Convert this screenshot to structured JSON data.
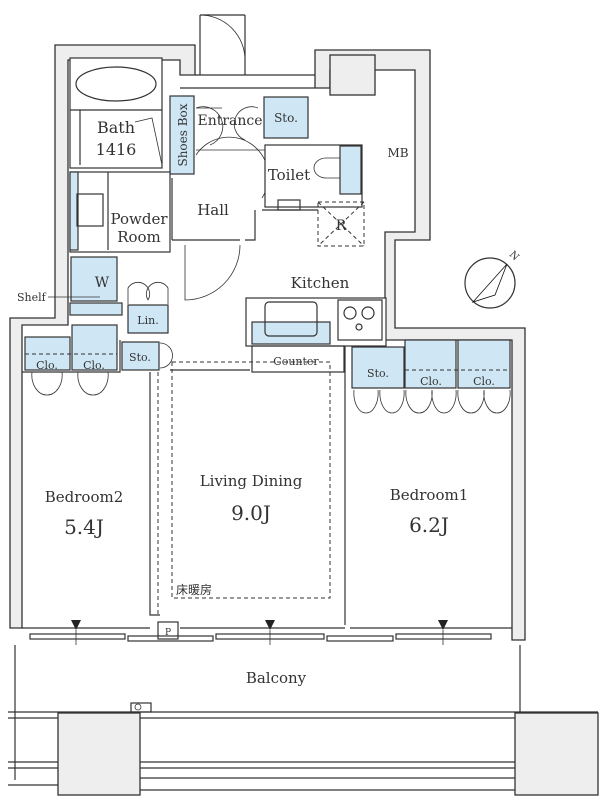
{
  "rooms": {
    "bath": "Bath",
    "bath_size": "1416",
    "shoes_box": "Shoes Box",
    "entrance": "Entrance",
    "storage_entrance": "Sto.",
    "toilet": "Toilet",
    "refrigerator": "R",
    "mb": "MB",
    "hall": "Hall",
    "powder_room_line1": "Powder",
    "powder_room_line2": "Room",
    "washer": "W",
    "shelf": "Shelf",
    "linen": "Lin.",
    "storage_hall": "Sto.",
    "kitchen": "Kitchen",
    "counter": "Counter",
    "closet_b2_a": "Clo.",
    "closet_b2_b": "Clo.",
    "living_dining": "Living Dining",
    "living_dining_size": "9.0J",
    "floor_heating": "床暖房",
    "bedroom2": "Bedroom2",
    "bedroom2_size": "5.4J",
    "bedroom1": "Bedroom1",
    "bedroom1_size": "6.2J",
    "storage_b1": "Sto.",
    "closet_b1_a": "Clo.",
    "closet_b1_b": "Clo.",
    "pipe_space": "P",
    "balcony": "Balcony"
  },
  "compass": {
    "label": "N"
  },
  "colors": {
    "storage_fill": "#cfe6f4",
    "wall_fill": "#eeeeee",
    "line": "#333333"
  }
}
